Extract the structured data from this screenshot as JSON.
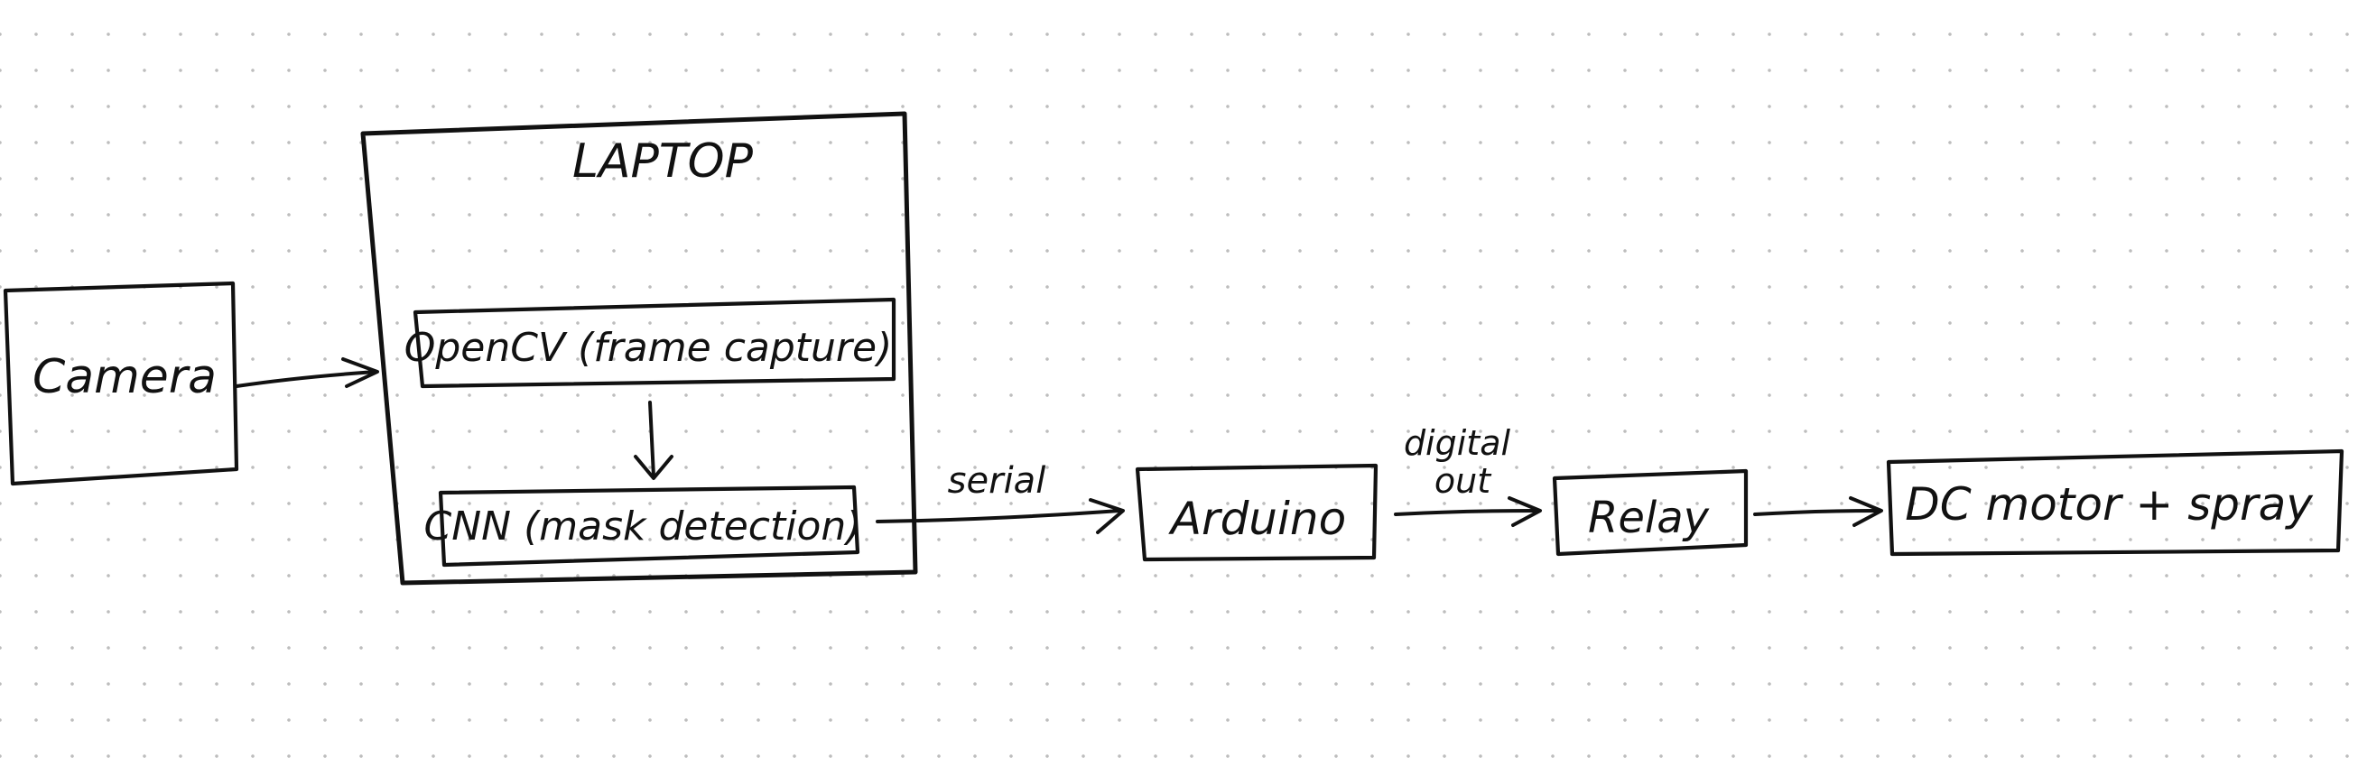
{
  "diagram": {
    "nodes": {
      "camera": "Camera",
      "laptop": "LAPTOP",
      "opencv": "OpenCV (frame capture)",
      "cnn": "CNN (mask detection)",
      "arduino": "Arduino",
      "relay": "Relay",
      "motor": "DC motor + spray"
    },
    "edges": {
      "laptop_arduino": "serial",
      "arduino_relay_line1": "digital",
      "arduino_relay_line2": "out"
    }
  }
}
